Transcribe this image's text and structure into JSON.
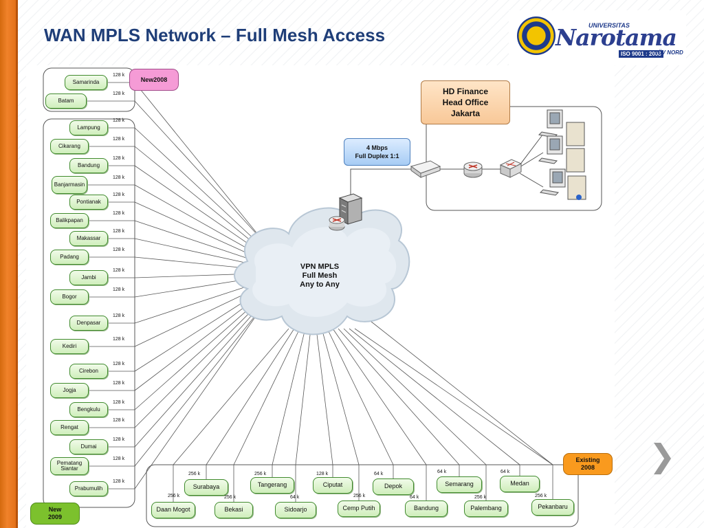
{
  "title": "WAN MPLS Network – Full Mesh Access",
  "logo": {
    "small_text": "UNIVERSITAS",
    "name": "Narotama",
    "iso": "ISO 9001 : 2008",
    "cert": "TÜV NORD"
  },
  "tags": {
    "new_2008": [
      "New",
      "2008"
    ],
    "new_2009": [
      "New",
      "2009"
    ],
    "existing_2008": [
      "Existing",
      "2008"
    ]
  },
  "head_office": [
    "HD Finance",
    "Head Office",
    "Jakarta"
  ],
  "link": [
    "4 Mbps",
    "Full Duplex 1:1"
  ],
  "cloud": [
    "VPN MPLS",
    "Full Mesh",
    "Any to Any"
  ],
  "group_top": [
    {
      "name": "Samarinda",
      "bw": "128 k"
    },
    {
      "name": "Batam",
      "bw": "128 k"
    }
  ],
  "group_left": [
    {
      "name": "Lampung",
      "bw": "128 k"
    },
    {
      "name": "Cikarang",
      "bw": "128 k"
    },
    {
      "name": "Bandung",
      "bw": "128 k"
    },
    {
      "name": "Banjarmasin",
      "bw": "128 k"
    },
    {
      "name": "Pontianak",
      "bw": "128 k"
    },
    {
      "name": "Balikpapan",
      "bw": "128 k"
    },
    {
      "name": "Makassar",
      "bw": "128 k"
    },
    {
      "name": "Padang",
      "bw": "128 k"
    },
    {
      "name": "Jambi",
      "bw": "128 k"
    },
    {
      "name": "Bogor",
      "bw": "128 k"
    },
    {
      "name": "Denpasar",
      "bw": "128 k"
    },
    {
      "name": "Kediri",
      "bw": "128 k"
    },
    {
      "name": "Cirebon",
      "bw": "128 k"
    },
    {
      "name": "Jogja",
      "bw": "128 k"
    },
    {
      "name": "Bengkulu",
      "bw": "128 k"
    },
    {
      "name": "Rengat",
      "bw": "128 k"
    },
    {
      "name": "Dumai",
      "bw": "128 k"
    },
    {
      "name": "Pematang Siantar",
      "bw": "128 k"
    },
    {
      "name": "Prabumulih",
      "bw": "128 k"
    }
  ],
  "group_bottom": [
    {
      "name": "Daan Mogot",
      "bw": "256 k"
    },
    {
      "name": "Surabaya",
      "bw": "256 k"
    },
    {
      "name": "Bekasi",
      "bw": "256 k"
    },
    {
      "name": "Tangerang",
      "bw": "256 k"
    },
    {
      "name": "Sidoarjo",
      "bw": "64 k"
    },
    {
      "name": "Ciputat",
      "bw": "128 k"
    },
    {
      "name": "Cemp Putih",
      "bw": "256 k"
    },
    {
      "name": "Depok",
      "bw": "64 k"
    },
    {
      "name": "Bandung",
      "bw": "64 k"
    },
    {
      "name": "Semarang",
      "bw": "64 k"
    },
    {
      "name": "Palembang",
      "bw": "256 k"
    },
    {
      "name": "Medan",
      "bw": "64 k"
    },
    {
      "name": "Pekanbaru",
      "bw": "256 k"
    }
  ],
  "colors": {
    "accent_bar": "#f0822a",
    "title": "#1f3e78",
    "node_fill": "#d9f2c8",
    "node_border": "#3f8a2c"
  },
  "icons": [
    "router-icon",
    "switch-icon",
    "server-icon",
    "computer-icon",
    "cloud-icon",
    "next-slide-icon"
  ]
}
